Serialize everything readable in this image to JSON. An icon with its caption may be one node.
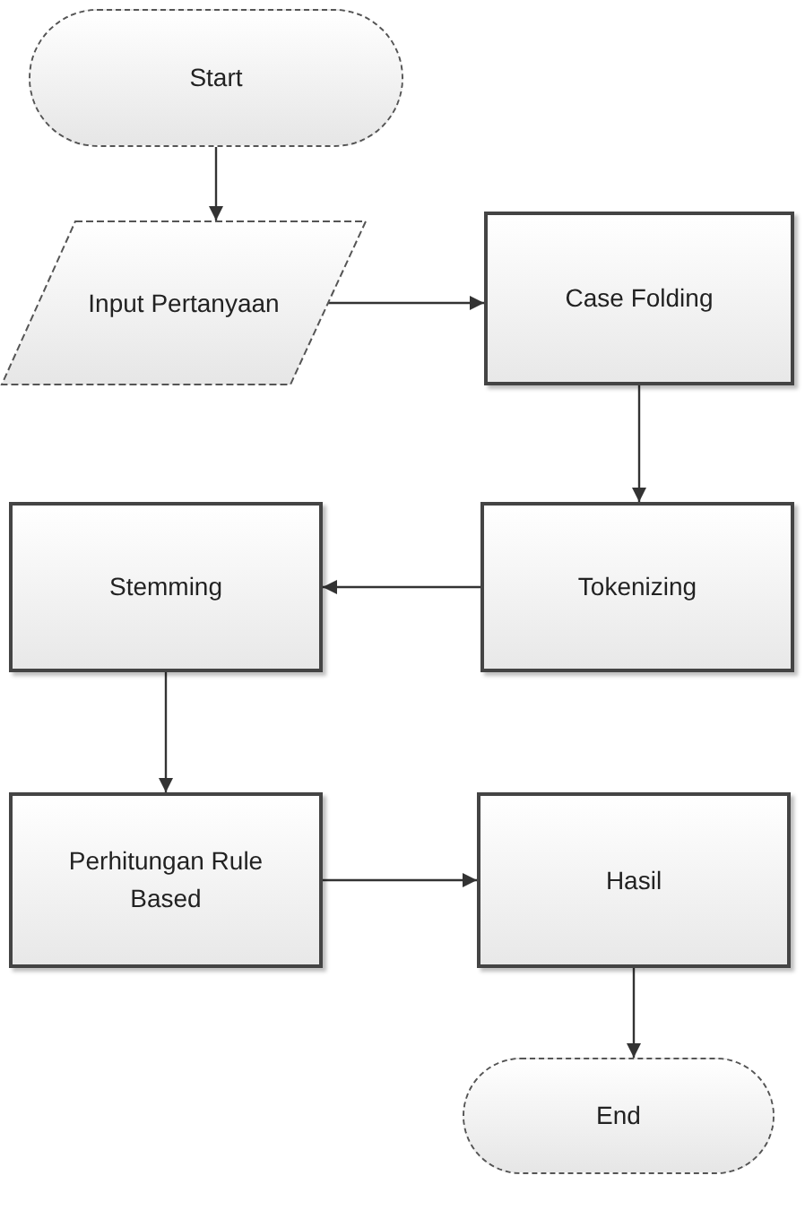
{
  "diagram": {
    "nodes": [
      {
        "text": [
          "Start"
        ]
      },
      {
        "text": [
          "Input Pertanyaan"
        ]
      },
      {
        "text": [
          "Case Folding"
        ]
      },
      {
        "text": [
          "Tokenizing"
        ]
      },
      {
        "text": [
          "Stemming"
        ]
      },
      {
        "text": [
          "Perhitungan Rule Based"
        ]
      },
      {
        "text": [
          "Hasil"
        ]
      },
      {
        "text": [
          "End"
        ]
      }
    ],
    "edges": [
      {
        "from": 0,
        "to": 1,
        "arrow": "to"
      },
      {
        "from": 1,
        "to": 2,
        "arrow": "to"
      },
      {
        "from": 2,
        "to": 3,
        "arrow": "to"
      },
      {
        "from": 3,
        "to": 4,
        "arrow": "to"
      },
      {
        "from": 4,
        "to": 5,
        "arrow": "to"
      },
      {
        "from": 5,
        "to": 6,
        "arrow": "to"
      },
      {
        "from": 6,
        "to": 7,
        "arrow": "to"
      }
    ]
  }
}
